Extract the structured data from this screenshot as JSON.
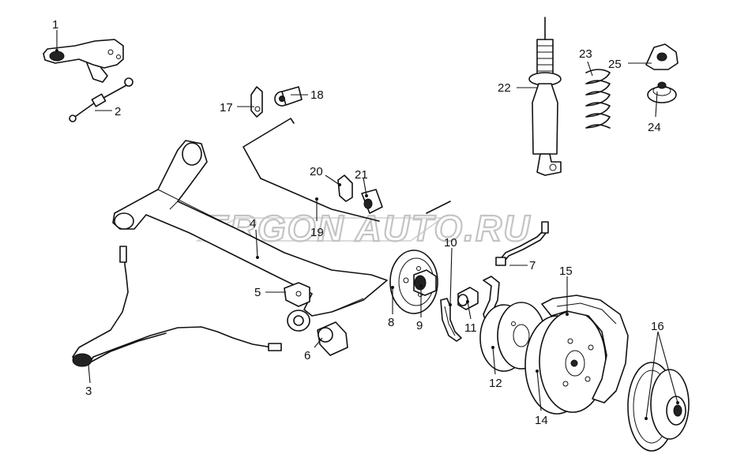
{
  "watermark": "ERGON AUTO.RU",
  "callouts": {
    "c1": "1",
    "c2": "2",
    "c3": "3",
    "c4": "4",
    "c5": "5",
    "c6": "6",
    "c7": "7",
    "c8": "8",
    "c9": "9",
    "c10": "10",
    "c11": "11",
    "c12": "12",
    "c14": "14",
    "c15": "15",
    "c16": "16",
    "c17": "17",
    "c18": "18",
    "c19": "19",
    "c20": "20",
    "c21": "21",
    "c22": "22",
    "c23": "23",
    "c24": "24",
    "c25": "25"
  }
}
